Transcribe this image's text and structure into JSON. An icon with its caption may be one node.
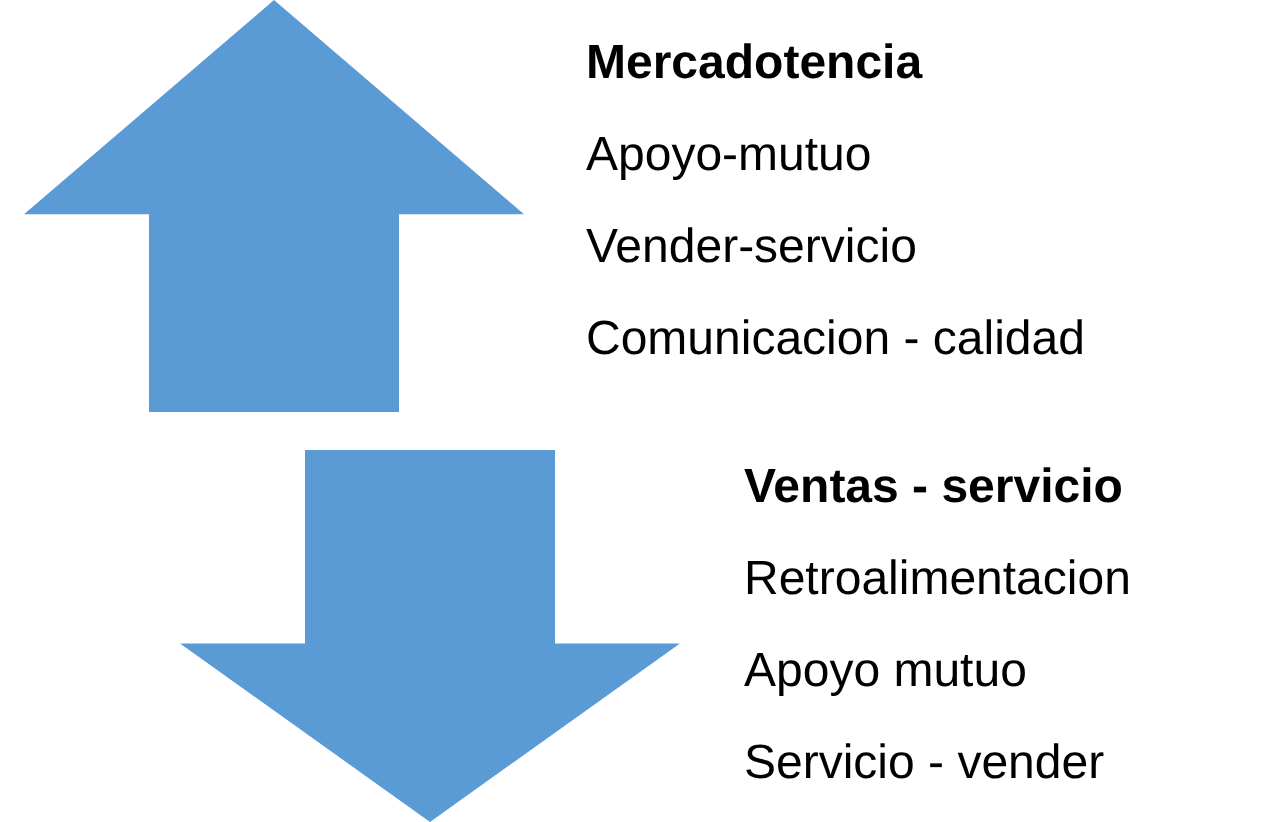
{
  "diagram": {
    "nodes": [
      {
        "text": [],
        "shape": "arrow",
        "beside": [
          "Mercadotencia",
          "Apoyo-mutuo",
          "Vender-servicio",
          "Comunicacion - calidad"
        ]
      },
      {
        "text": [],
        "shape": "arrow",
        "beside": [
          "Ventas - servicio",
          "Retroalimentacion",
          "Apoyo mutuo",
          "Servicio - vender"
        ]
      }
    ]
  }
}
